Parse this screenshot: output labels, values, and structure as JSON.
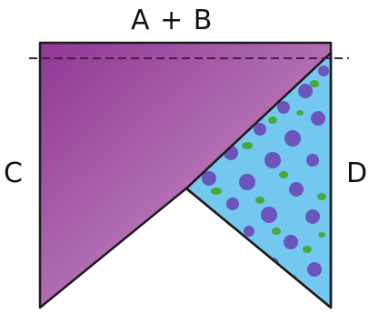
{
  "labels": {
    "top": "A + B",
    "left": "C",
    "right": "D"
  },
  "colors": {
    "purple": "#9a3e9e",
    "purple_light": "#b66cb6",
    "blue": "#72c8ee",
    "dot_purple": "#6b55bc",
    "dot_green": "#4aa83e",
    "outline": "#1c1c1c",
    "seam": "#4a1e42"
  }
}
